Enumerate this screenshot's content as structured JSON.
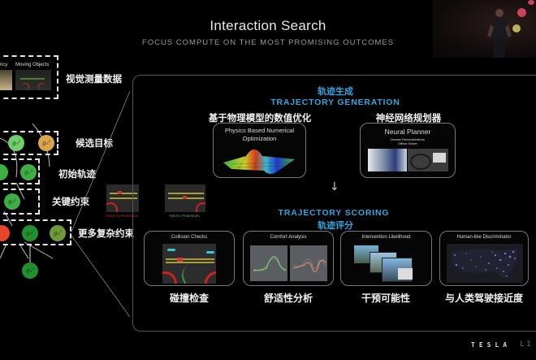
{
  "header": {
    "title": "Interaction Search",
    "subtitle": "FOCUS COMPUTE ON THE MOST PROMISING OUTCOMES"
  },
  "left_tree": {
    "vision_box": {
      "captions": [
        "ncy",
        "Moving Objects"
      ]
    },
    "labels": {
      "vision": "视觉测量数据",
      "candidates": "候选目标",
      "initial": "初始轨迹",
      "key_constraints": "关键约束",
      "complex_constraints": "更多复杂约束"
    },
    "nodes": [
      {
        "id": "g0_2",
        "label": "g₀²",
        "color": "#6fcf6a"
      },
      {
        "id": "g0_3",
        "label": "g₀³",
        "color": "#d9a64a"
      },
      {
        "id": "g1_3",
        "label": "g₁³",
        "color": "#3fae45"
      },
      {
        "id": "g2_1",
        "label": "g₂¹",
        "color": "#3fae45"
      },
      {
        "id": "g3_red",
        "label": "",
        "color": "#e8462b"
      },
      {
        "id": "g3_2",
        "label": "g₃²",
        "color": "#21902e"
      },
      {
        "id": "g3_3",
        "label": "g₃³",
        "color": "#6e9a3a"
      },
      {
        "id": "g4_0",
        "label": "g₄⁰",
        "color": "#21902e"
      }
    ],
    "zoom_thumbs": {
      "left_caption": "Assert to Pedestrian",
      "right_caption": "Yield to Pedestrian"
    }
  },
  "panel": {
    "generation": {
      "title_cn": "轨迹生成",
      "title_en": "TRAJECTORY GENERATION",
      "cards": [
        {
          "cn": "基于物理模型的数值优化",
          "title": "Physics Based Numerical Optimization"
        },
        {
          "cn": "神经网络规划器",
          "title": "Neural Planner",
          "sub1": "Human Demonstrations",
          "sub2": "Offline Solver"
        }
      ]
    },
    "arrow": "↓",
    "scoring": {
      "title_en": "TRAJECTORY SCORING",
      "title_cn": "轨迹评分",
      "cards": [
        {
          "title": "Collision Checks",
          "cn": "碰撞检查"
        },
        {
          "title": "Comfort Analysis",
          "cn": "舒适性分析"
        },
        {
          "title": "Intervention Likelihood",
          "cn": "干预可能性"
        },
        {
          "title": "Human-like Discriminator",
          "cn": "与人类驾驶接近度"
        }
      ]
    }
  },
  "footer": {
    "brand": "TESLA",
    "brand_suffix": "LI"
  },
  "colors": {
    "accent_blue": "#2fa7e0",
    "background": "#000000"
  }
}
